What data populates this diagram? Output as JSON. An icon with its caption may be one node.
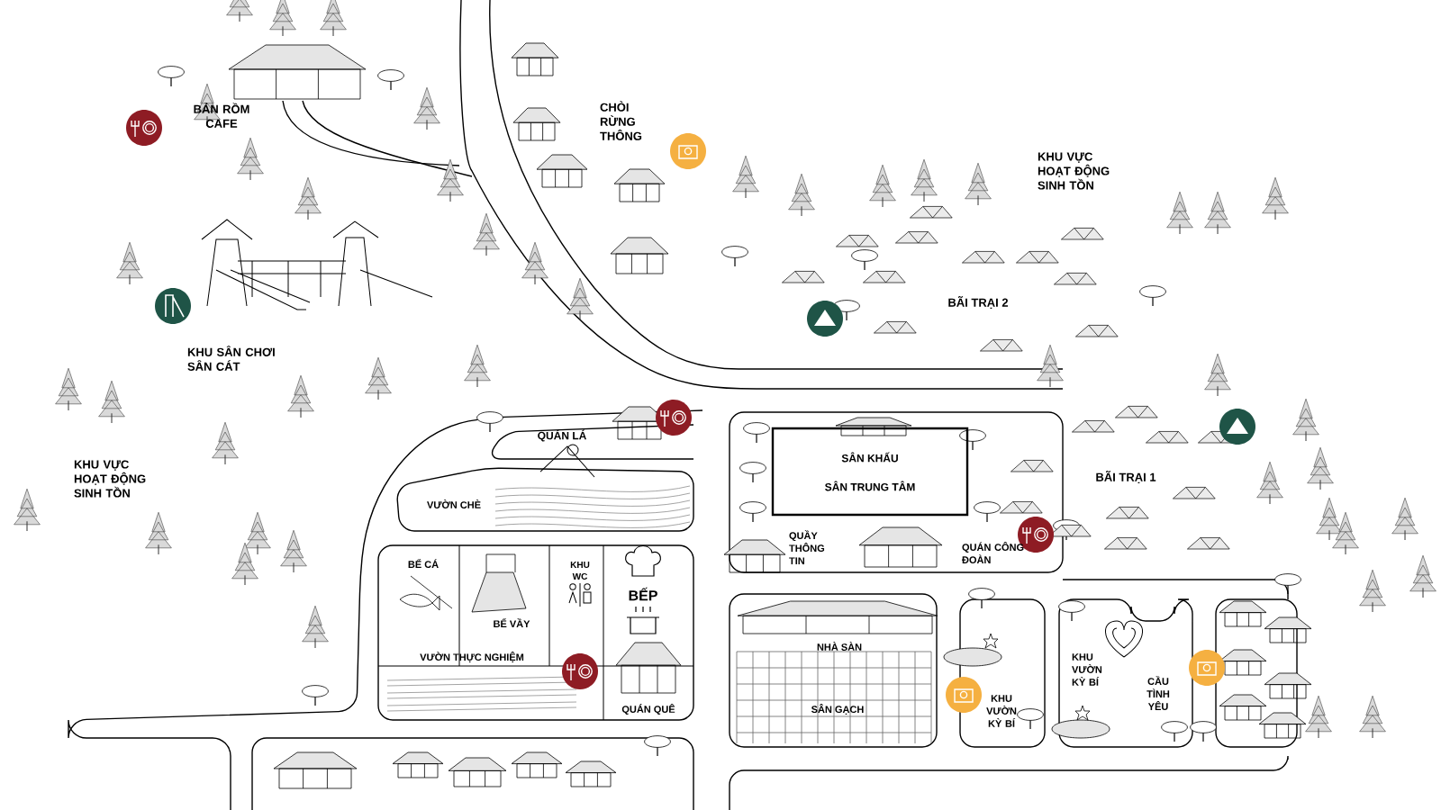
{
  "diagram": {
    "nodes": [
      {
        "text": [
          "SÂN KHẤU",
          "SÂN TRUNG TÂM"
        ]
      }
    ],
    "labels": [
      "BẢN RỒM CAFE",
      "CHÒI RỪNG THÔNG",
      "KHU VỰC HOẠT ĐỘNG SINH TỒN",
      "BÃI TRẠI 2",
      "KHU SÂN CHƠI SÂN CÁT",
      "QUÁN LÁ",
      "BÃI TRẠI 1",
      "KHU VỰC HOẠT ĐỘNG SINH TỒN",
      "VƯỜN CHÈ",
      "QUẦY THÔNG TIN",
      "QUÁN CÔNG ĐOÀN",
      "BỂ CÁ",
      "KHU WC",
      "BẾP",
      "BỂ VẦY",
      "NHÀ SÀN",
      "VƯỜN THỰC NGHIỆM",
      "KHU VƯỜN KỲ BÍ",
      "CẦU TÌNH YÊU",
      "KHU VƯỜN KỲ BÍ",
      "QUÁN QUÊ",
      "SÂN GẠCH"
    ]
  }
}
